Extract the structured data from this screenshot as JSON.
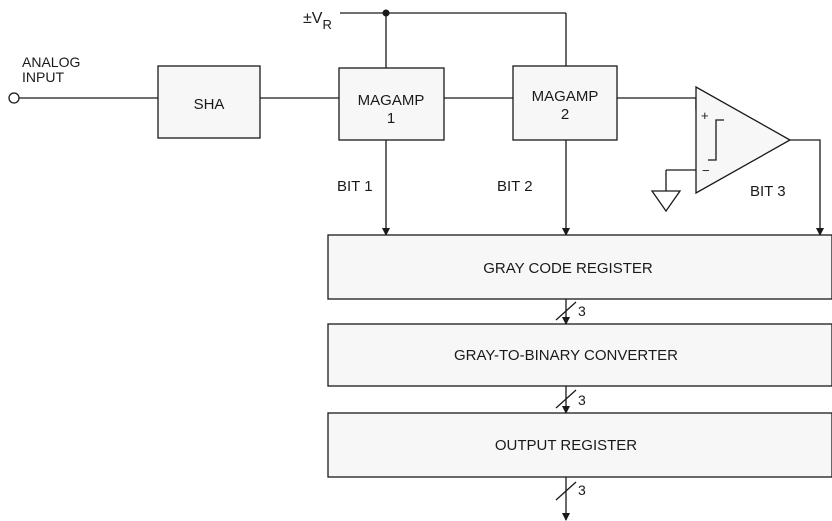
{
  "input": {
    "line1": "ANALOG",
    "line2": "INPUT"
  },
  "reference": {
    "pm_v": "±V",
    "subscript": "R"
  },
  "blocks": {
    "sha": "SHA",
    "magamp1": {
      "name": "MAGAMP",
      "number": "1"
    },
    "magamp2": {
      "name": "MAGAMP",
      "number": "2"
    },
    "gray_code_register": "GRAY CODE REGISTER",
    "gray_to_binary": "GRAY-TO-BINARY CONVERTER",
    "output_register": "OUTPUT REGISTER"
  },
  "comparator": {
    "plus": "+",
    "minus": "−"
  },
  "bits": {
    "bit1": "BIT 1",
    "bit2": "BIT 2",
    "bit3": "BIT 3"
  },
  "bus_widths": {
    "after_gray": "3",
    "after_converter": "3",
    "after_output": "3"
  }
}
